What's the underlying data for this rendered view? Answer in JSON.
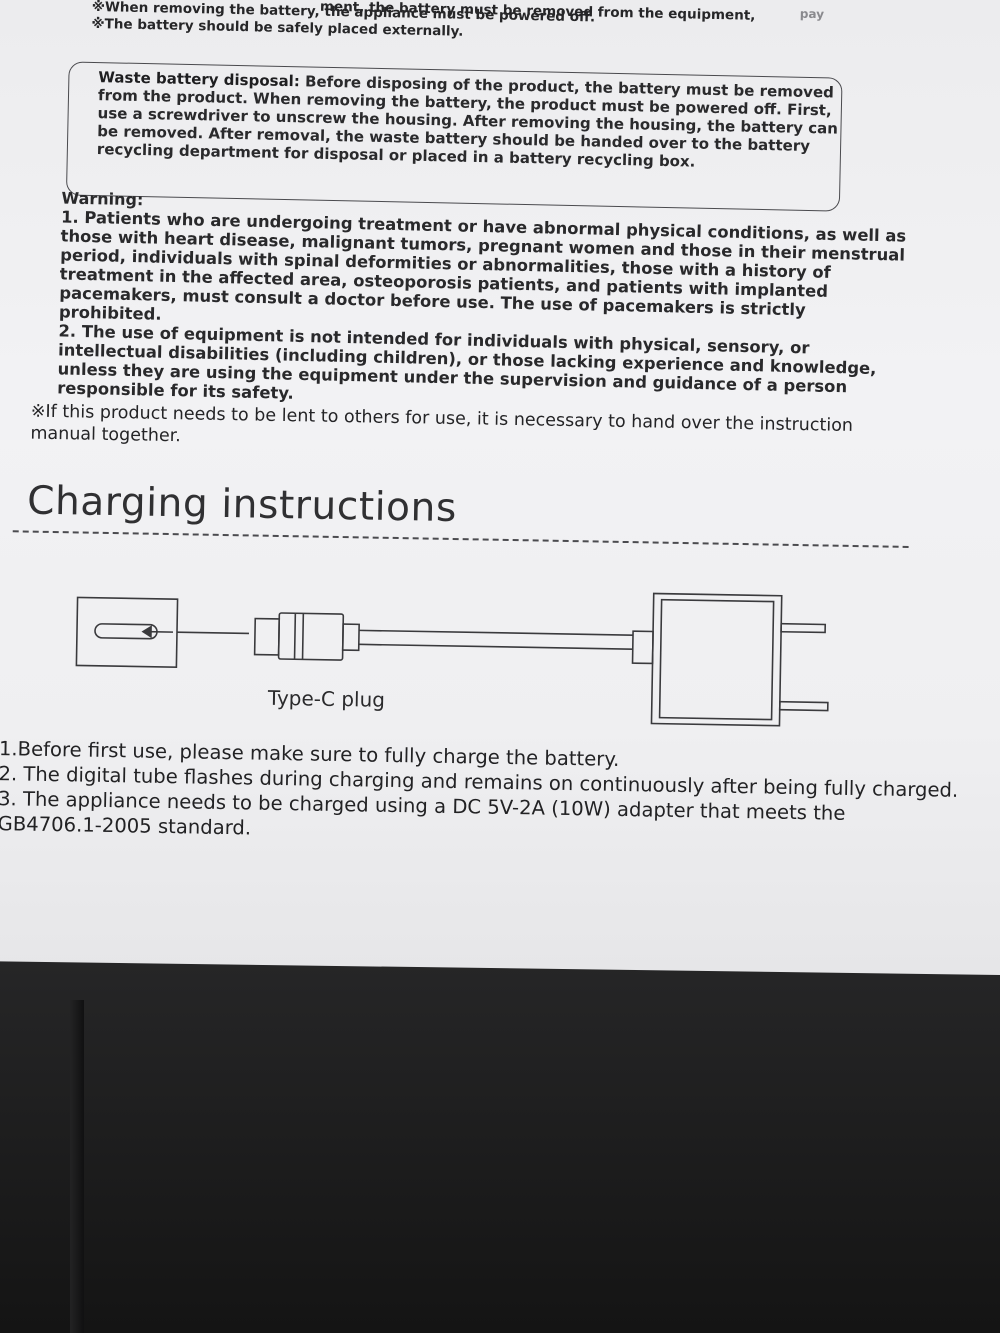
{
  "top_notes": {
    "partial_line": "ment, the battery must be removed from the equipment,",
    "partial_fade": "pay",
    "line_1": "※When removing the battery, the appliance must be powered off.",
    "line_2": "※The battery should be safely placed externally."
  },
  "disposal": {
    "lead": "Waste battery disposal:",
    "body": "Before disposing of the product, the battery must be removed from the product. When removing the battery, the product must be powered off. First, use a screwdriver to unscrew the housing. After removing the housing, the battery can be removed. After removal, the waste battery should be handed over to the battery recycling department for disposal or placed in a battery recycling box."
  },
  "warning": {
    "title": "Warning:",
    "items": [
      "1. Patients who are undergoing treatment or have abnormal physical conditions, as well as those with heart disease, malignant tumors, pregnant women and those in their menstrual period, individuals with spinal deformities or abnormalities, those with a history of treatment in the affected area, osteoporosis patients, and patients with implanted pacemakers, must consult a doctor before use. The use of pacemakers is strictly prohibited.",
      "2. The use of equipment is not intended for individuals with physical, sensory, or intellectual disabilities (including children), or those lacking experience and knowledge, unless they are using the equipment under the supervision and guidance of a person responsible for its safety."
    ]
  },
  "lend_note": "※If this product needs to be lent to others for use, it is necessary to hand over the instruction manual together.",
  "charging": {
    "heading": "Charging instructions",
    "plug_label": "Type-C plug",
    "steps": [
      "1.Before first use, please make sure to fully charge the battery.",
      "2. The digital tube flashes during charging and remains on continuously after being fully charged.",
      "3. The appliance needs to be charged using a DC 5V-2A (10W) adapter that meets the GB4706.1-2005 standard."
    ]
  },
  "colors": {
    "paper": "#f0f0f2",
    "ink": "#262628",
    "backdrop": "#1c1c1d"
  }
}
